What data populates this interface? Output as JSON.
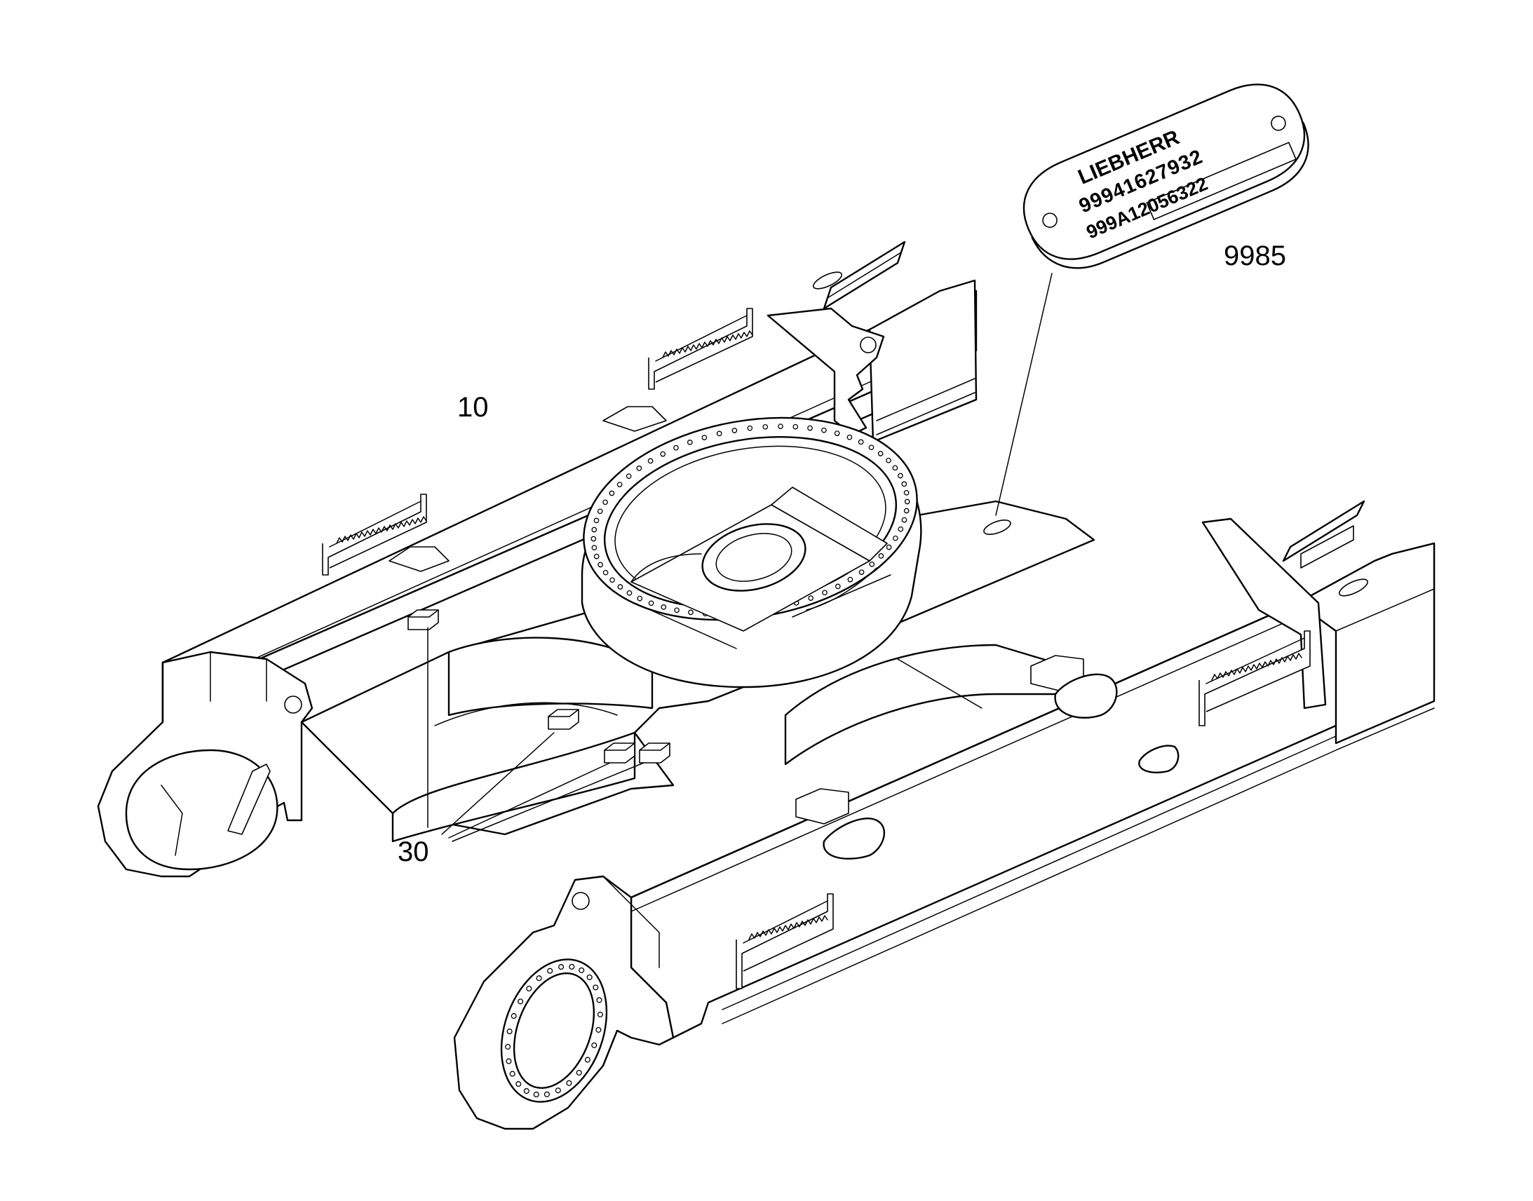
{
  "callouts": {
    "main_frame": "10",
    "wear_pads": "30",
    "name_plate": "9985"
  },
  "name_plate": {
    "brand": "LIEBHERR",
    "part_number": "99941627932",
    "serial_number": "999A12056322"
  }
}
